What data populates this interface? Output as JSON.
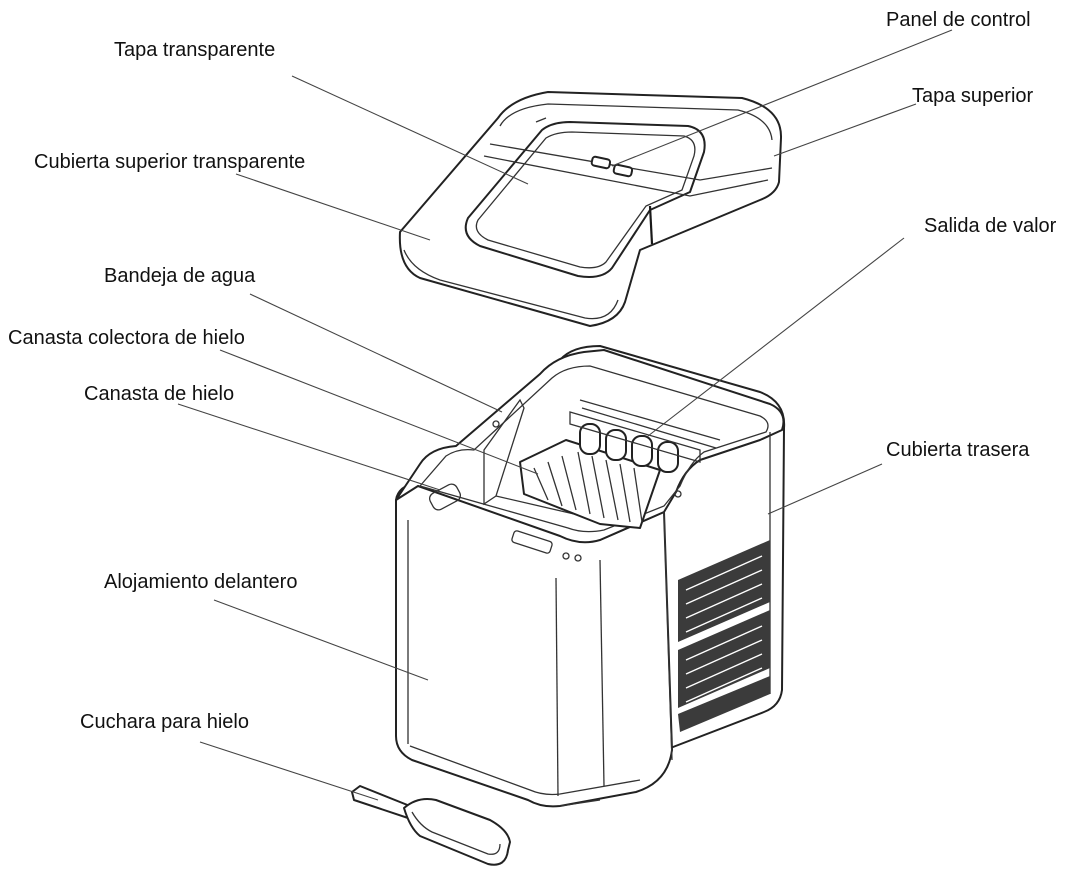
{
  "labels": {
    "tapa_transparente": "Tapa transparente",
    "panel_de_control": "Panel de control",
    "tapa_superior": "Tapa superior",
    "cubierta_superior_transparente": "Cubierta superior transparente",
    "salida_de_valor": "Salida de valor",
    "bandeja_de_agua": "Bandeja de agua",
    "canasta_colectora_de_hielo": "Canasta colectora de hielo",
    "canasta_de_hielo": "Canasta de hielo",
    "cubierta_trasera": "Cubierta trasera",
    "alojamiento_delantero": "Alojamiento delantero",
    "cuchara_para_hielo": "Cuchara para hielo"
  },
  "colors": {
    "line": "#222222",
    "grille": "#3b3b3b",
    "background": "#ffffff"
  }
}
